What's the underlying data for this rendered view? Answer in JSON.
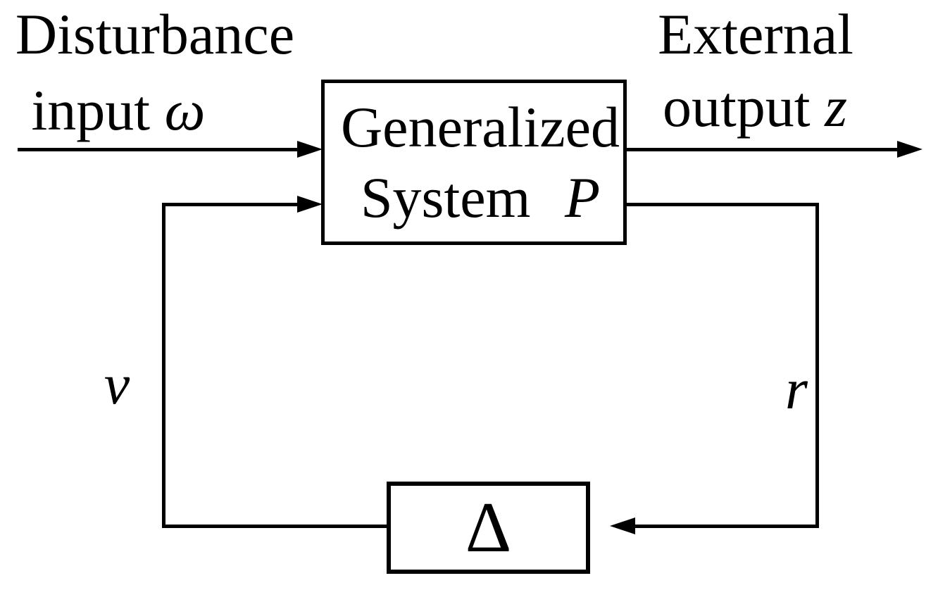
{
  "diagram_type": "control-system-block-diagram",
  "colors": {
    "background": "#ffffff",
    "line": "#000000",
    "text": "#000000",
    "block_fill": "#ffffff",
    "block_border": "#000000"
  },
  "labels": {
    "disturbance_line1": "Disturbance",
    "disturbance_line2": "input",
    "disturbance_symbol": "ω",
    "external_line1": "External",
    "external_line2": "output",
    "external_symbol": "z",
    "feedback_input_signal": "v",
    "feedback_output_signal": "r"
  },
  "blocks": {
    "plant_line1": "Generalized",
    "plant_line2": "System",
    "plant_symbol": "P",
    "uncertainty_symbol": "Δ"
  },
  "connections": [
    {
      "name": "disturbance-input",
      "from": "external-left",
      "to": "generalized-system",
      "signal": "ω"
    },
    {
      "name": "external-output",
      "from": "generalized-system",
      "to": "external-right",
      "signal": "z"
    },
    {
      "name": "feedback-down",
      "from": "generalized-system",
      "to": "uncertainty-block",
      "signal": "r"
    },
    {
      "name": "feedback-return",
      "from": "uncertainty-block",
      "to": "generalized-system",
      "signal": "v"
    }
  ]
}
